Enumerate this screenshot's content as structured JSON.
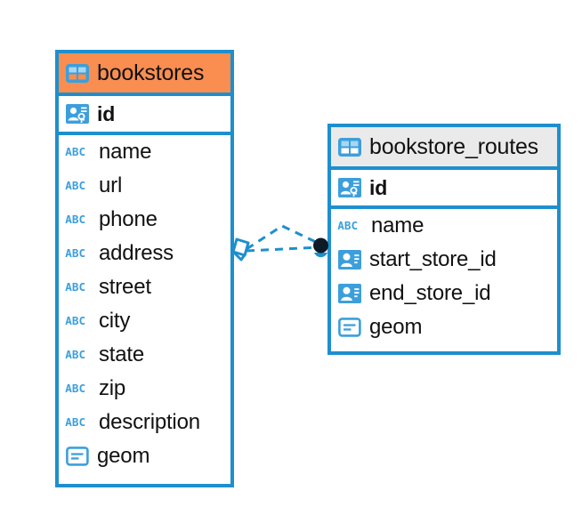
{
  "diagram": {
    "type": "entity-relationship-diagram",
    "colors": {
      "border_blue": "#1e8fce",
      "header_orange": "#f98e50",
      "header_grey": "#eaeaea",
      "icon_blue": "#3c9fdc",
      "text": "#111111",
      "canvas_background": "#ffffff"
    },
    "entities": [
      {
        "name": "bookstores",
        "header_style": "orange",
        "table_icon": "table-icon",
        "primary_key": {
          "label": "id",
          "icon": "primary-key-icon"
        },
        "fields": [
          {
            "label": "name",
            "icon": "abc-text-icon"
          },
          {
            "label": "url",
            "icon": "abc-text-icon"
          },
          {
            "label": "phone",
            "icon": "abc-text-icon"
          },
          {
            "label": "address",
            "icon": "abc-text-icon"
          },
          {
            "label": "street",
            "icon": "abc-text-icon"
          },
          {
            "label": "city",
            "icon": "abc-text-icon"
          },
          {
            "label": "state",
            "icon": "abc-text-icon"
          },
          {
            "label": "zip",
            "icon": "abc-text-icon"
          },
          {
            "label": "description",
            "icon": "abc-text-icon"
          },
          {
            "label": "geom",
            "icon": "geometry-icon"
          }
        ]
      },
      {
        "name": "bookstore_routes",
        "header_style": "grey",
        "table_icon": "table-icon",
        "primary_key": {
          "label": "id",
          "icon": "primary-key-icon"
        },
        "fields": [
          {
            "label": "name",
            "icon": "abc-text-icon"
          },
          {
            "label": "start_store_id",
            "icon": "foreign-key-icon"
          },
          {
            "label": "end_store_id",
            "icon": "foreign-key-icon"
          },
          {
            "label": "geom",
            "icon": "geometry-icon"
          }
        ]
      }
    ],
    "relationship": {
      "from_entity": "bookstores",
      "to_entity": "bookstore_routes",
      "line_style": "dashed",
      "from_marker": "diamond-marker",
      "to_marker": "filled-circle-marker"
    },
    "icon_text": {
      "abc": "ABC"
    }
  }
}
